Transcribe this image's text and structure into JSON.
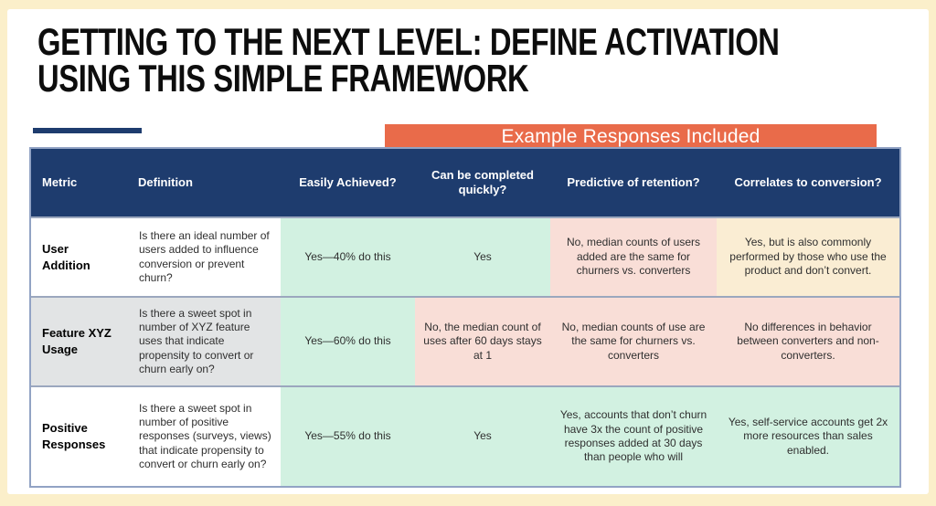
{
  "slide": {
    "title_line1": "GETTING TO THE NEXT LEVEL: DEFINE ACTIVATION",
    "title_line2": "USING THIS SIMPLE FRAMEWORK",
    "banner_label": "Example Responses Included"
  },
  "table": {
    "headers": [
      "Metric",
      "Definition",
      "Easily Achieved?",
      "Can be completed quickly?",
      "Predictive of retention?",
      "Correlates to conversion?"
    ],
    "rows": [
      {
        "metric": "User Addition",
        "definition": "Is there an ideal number of users added to influence conversion or prevent churn?",
        "responses": [
          {
            "text": "Yes—40% do this",
            "tone": "positive"
          },
          {
            "text": "Yes",
            "tone": "positive"
          },
          {
            "text": "No, median counts of users added are the same for churners vs. converters",
            "tone": "negative"
          },
          {
            "text": "Yes, but is also commonly performed by those who use the product and don’t convert.",
            "tone": "mixed"
          }
        ]
      },
      {
        "metric": "Feature XYZ Usage",
        "definition": "Is there a sweet spot in number of XYZ feature uses that indicate propensity to convert or churn early on?",
        "responses": [
          {
            "text": "Yes—60% do this",
            "tone": "positive"
          },
          {
            "text": "No, the median count of uses after 60 days stays at 1",
            "tone": "negative"
          },
          {
            "text": "No, median counts of use are the same for churners vs. converters",
            "tone": "negative"
          },
          {
            "text": "No differences in behavior between converters and non-converters.",
            "tone": "negative"
          }
        ]
      },
      {
        "metric": "Positive Responses",
        "definition": "Is there a sweet spot in number of positive responses (surveys, views) that indicate propensity to convert or churn early on?",
        "responses": [
          {
            "text": "Yes—55% do this",
            "tone": "positive"
          },
          {
            "text": "Yes",
            "tone": "positive"
          },
          {
            "text": "Yes, accounts that don’t churn have 3x the count of positive responses added at 30 days than people who will",
            "tone": "positive"
          },
          {
            "text": "Yes, self-service accounts get 2x more resources than sales enabled.",
            "tone": "positive"
          }
        ]
      }
    ]
  },
  "colors": {
    "header_navy": "#1E3C6E",
    "banner_orange": "#E96B4A",
    "positive_mint": "#D2F1E1",
    "negative_pink": "#F9DED7",
    "mixed_cream": "#FAEDD3",
    "alt_row_gray": "#E2E4E5",
    "frame_cream": "#FBEFCA",
    "grid_line": "#9BA7BE"
  }
}
